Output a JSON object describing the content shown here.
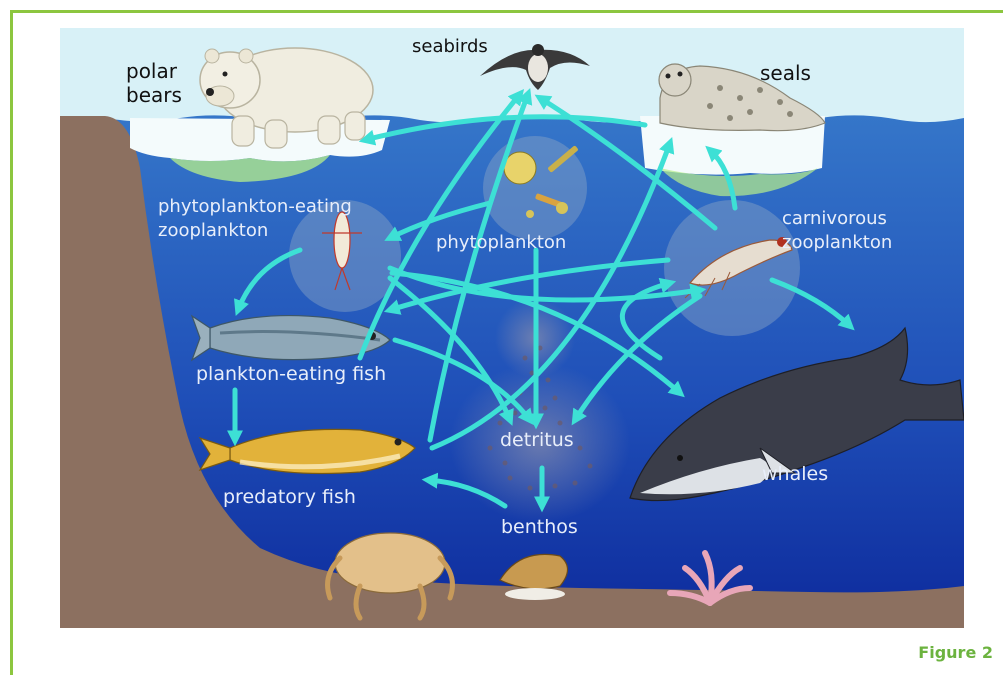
{
  "figure_label": "Figure 2",
  "labels": {
    "polar_bears": [
      "polar",
      "bears"
    ],
    "seabirds": "seabirds",
    "seals": "seals",
    "phyto_zoo": [
      "phytoplankton-eating",
      "zooplankton"
    ],
    "phytoplankton": "phytoplankton",
    "carnivorous": [
      "carnivorous",
      "zooplankton"
    ],
    "plankton_fish": "plankton-eating fish",
    "detritus": "detritus",
    "predatory_fish": "predatory fish",
    "whales": "whales",
    "benthos": "benthos"
  },
  "colors": {
    "sky": "#d8f1f7",
    "water_top": "#3576c9",
    "water_bottom": "#0d2a9c",
    "seabed": "#8c7060",
    "arrow": "#3de0d5",
    "frame": "#8cc63f",
    "figure_label": "#6cb33f"
  }
}
